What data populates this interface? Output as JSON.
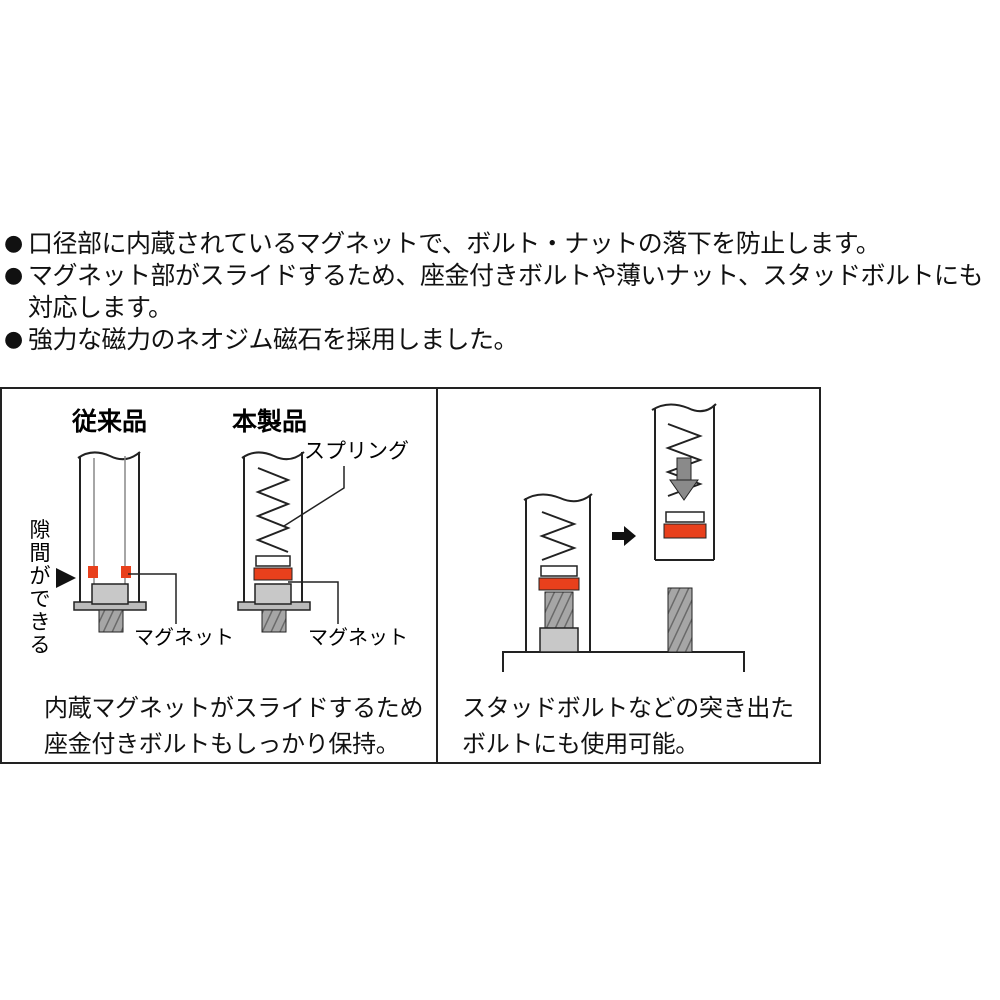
{
  "bullets": [
    "口径部に内蔵されているマグネットで、ボルト・ナットの落下を防止します。",
    "マグネット部がスライドするため、座金付きボルトや薄いナット、スタッドボルトにも対応します。",
    "強力な磁力のネオジム磁石を採用しました。"
  ],
  "bullet_symbol": "●",
  "diagram": {
    "left_panel": {
      "conventional_title": "従来品",
      "product_title": "本製品",
      "gap_label": "隙間ができる",
      "spring_label": "スプリング",
      "magnet_label_conventional": "マグネット",
      "magnet_label_product": "マグネット",
      "caption_line1": "内蔵マグネットがスライドするため",
      "caption_line2": "座金付きボルトもしっかり保持。"
    },
    "right_panel": {
      "caption_line1": "スタッドボルトなどの突き出た",
      "caption_line2": "ボルトにも使用可能。"
    }
  },
  "colors": {
    "magnet_red": "#e8401c",
    "line": "#222222",
    "socket_gray": "#b8b8b8",
    "bolt_gray": "#9a9a9a"
  }
}
